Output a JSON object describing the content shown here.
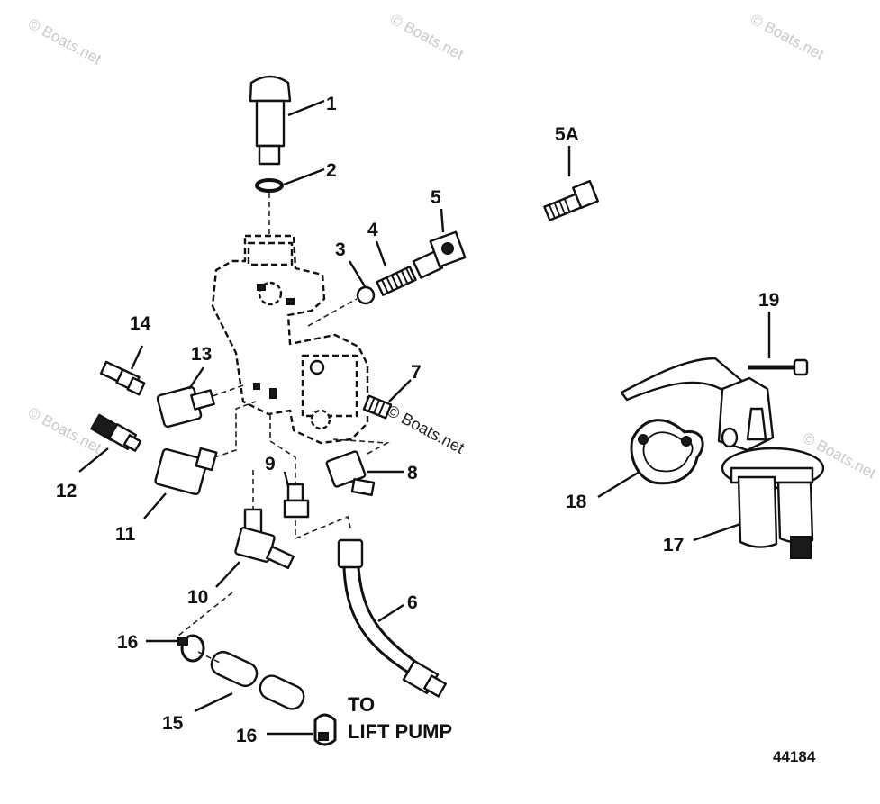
{
  "watermarks": [
    "© Boats.net",
    "© Boats.net",
    "© Boats.net",
    "© Boats.net",
    "© Boats.net",
    "© Boats.net"
  ],
  "callouts": {
    "c1": "1",
    "c2": "2",
    "c3": "3",
    "c4": "4",
    "c5": "5",
    "c5a": "5A",
    "c6": "6",
    "c7": "7",
    "c8": "8",
    "c9": "9",
    "c10": "10",
    "c11": "11",
    "c12": "12",
    "c13": "13",
    "c14": "14",
    "c15": "15",
    "c16a": "16",
    "c16b": "16",
    "c17": "17",
    "c18": "18",
    "c19": "19"
  },
  "note": {
    "line1": "TO",
    "line2": "LIFT PUMP"
  },
  "figure_number": "44184"
}
